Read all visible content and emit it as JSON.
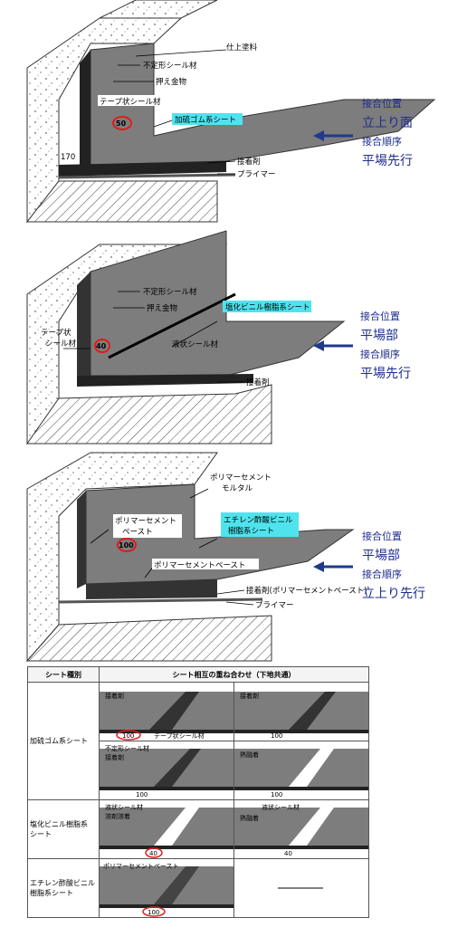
{
  "panel1": {
    "labels": {
      "sealant_amorphous": "不定形シール材",
      "finish": "仕上塗料",
      "press_fitting": "押え金物",
      "tape_sealant": "テープ状シール材",
      "sheet": "加硫ゴム系シート",
      "overlap": "50",
      "height": "170",
      "adhesive": "接着剤",
      "primer": "プライマー"
    },
    "note": {
      "pos_title": "接合位置",
      "pos_value": "立上り面",
      "order_title": "接合順序",
      "order_value": "平場先行"
    }
  },
  "panel2": {
    "labels": {
      "sealant_amorphous": "不定形シール材",
      "press_fitting": "押え金物",
      "sheet": "塩化ビニル樹脂系シート",
      "tape_sealant_1": "テープ状",
      "tape_sealant_2": "シール材",
      "liquid_sealant": "液状シール材",
      "overlap": "40",
      "adhesive": "接着剤"
    },
    "note": {
      "pos_title": "接合位置",
      "pos_value": "平場部",
      "order_title": "接合順序",
      "order_value": "平場先行"
    }
  },
  "panel3": {
    "labels": {
      "mortar_1": "ポリマーセメント",
      "mortar_2": "モルタル",
      "paste_1": "ポリマーセメント",
      "paste_2": "ペースト",
      "sheet_1": "エチレン酢酸ビニル",
      "sheet_2": "樹脂系シート",
      "overlap": "100",
      "paste_flat": "ポリマーセメントペースト",
      "adhesive": "接着剤(ポリマーセメントペースト)",
      "primer": "プライマー"
    },
    "note": {
      "pos_title": "接合位置",
      "pos_value": "平場部",
      "order_title": "接合順序",
      "order_value": "立上り先行"
    }
  },
  "table": {
    "header_type": "シート種別",
    "header_overlap": "シート相互の重ね合わせ（下地共通）",
    "rows": [
      {
        "type": "加硫ゴム系シート",
        "cells": [
          {
            "labels": [
              "接着剤",
              "テープ状シール材"
            ],
            "dim": "100"
          },
          {
            "labels": [
              "接着剤"
            ],
            "dim": "100"
          },
          {
            "labels": [
              "不定形シール材",
              "接着剤"
            ],
            "dim": "100"
          },
          {
            "labels": [
              "熱融着"
            ],
            "dim": "100"
          }
        ]
      },
      {
        "type_1": "塩化ビニル樹脂系",
        "type_2": "シート",
        "cells": [
          {
            "labels": [
              "液状シール材",
              "溶剤溶着"
            ],
            "dim": "40"
          },
          {
            "labels": [
              "液状シール材",
              "熱融着"
            ],
            "dim": "40"
          }
        ]
      },
      {
        "type_1": "エチレン酢酸ビニル",
        "type_2": "樹脂系シート",
        "cells": [
          {
            "labels": [
              "ポリマーセメントペースト"
            ],
            "dim": "100"
          }
        ]
      }
    ]
  },
  "colors": {
    "sheet": "#7d7d7d",
    "highlight": "#4fe3ee",
    "arrow": "#1e3a8a",
    "circle": "#e01b1b",
    "note": "#1e2d8c"
  }
}
